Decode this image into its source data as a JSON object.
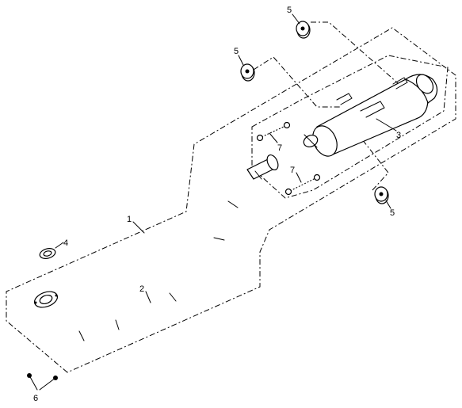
{
  "figure": {
    "type": "exploded parts diagram",
    "line_color": "#000000",
    "background": "#ffffff"
  },
  "callouts": {
    "c1": "1",
    "c2": "2",
    "c3": "3",
    "c4": "4",
    "c5a": "5",
    "c5b": "5",
    "c5c": "5",
    "c6": "6",
    "c7a": "7",
    "c7b": "7"
  }
}
